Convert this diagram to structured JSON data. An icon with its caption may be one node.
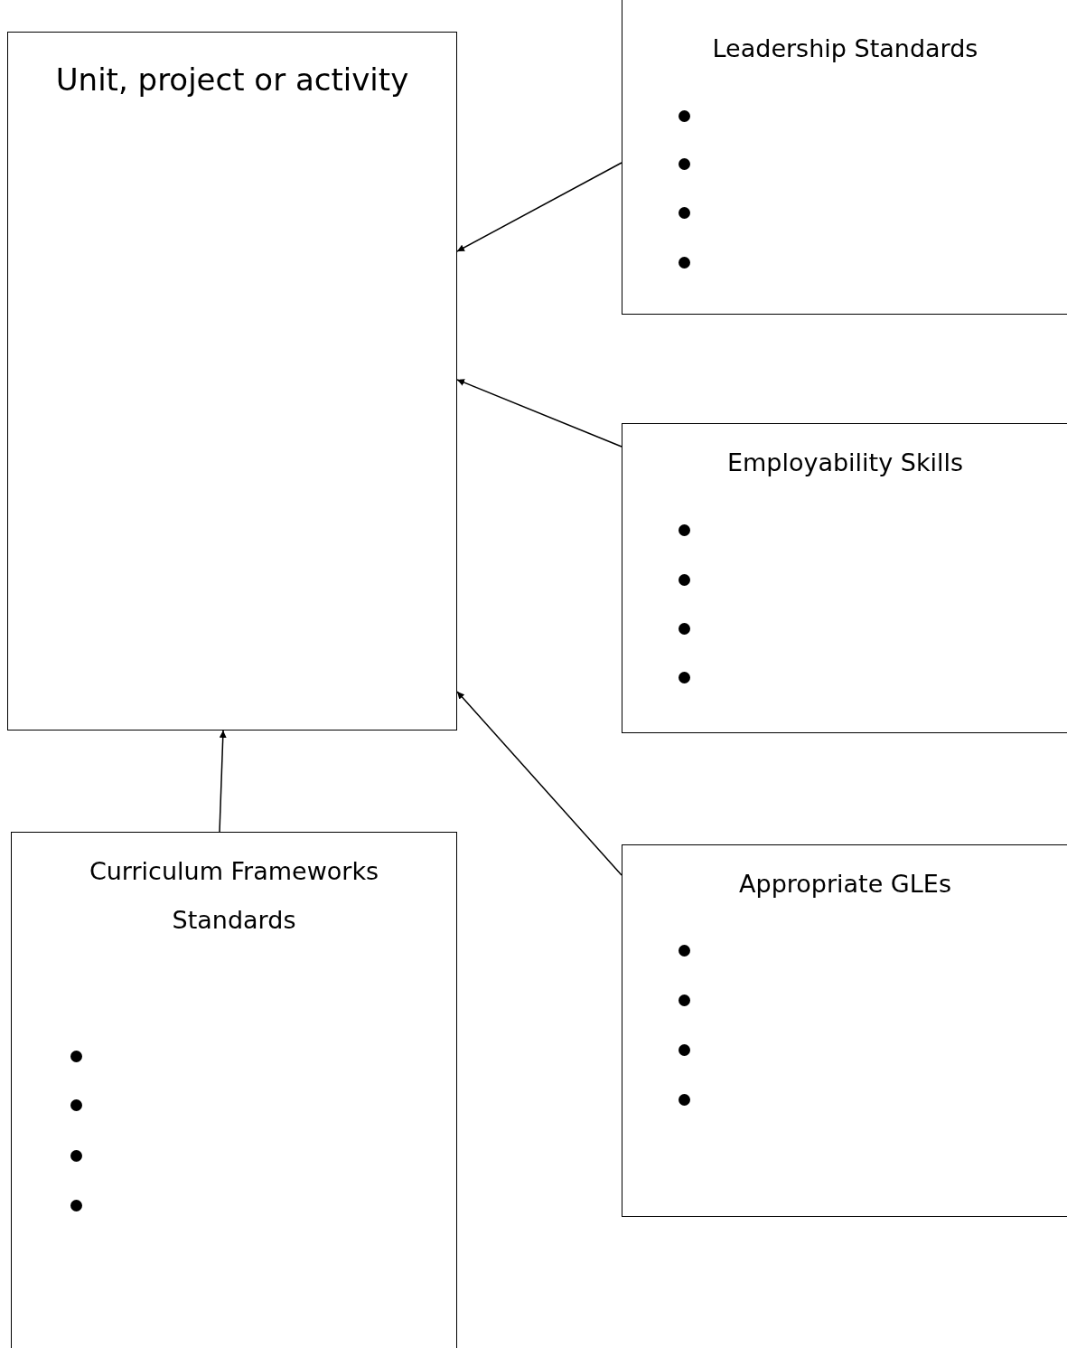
{
  "diagram": {
    "nodes": [
      {
        "text": [
          "Unit, project or activity"
        ]
      },
      {
        "text": [
          "Leadership Standards"
        ]
      },
      {
        "text": [
          "Employability Skills"
        ]
      },
      {
        "text": [
          "Curriculum Frameworks Standards"
        ]
      },
      {
        "text": [
          "Appropriate GLEs"
        ]
      }
    ],
    "edges": [
      {
        "from": 1,
        "to": 0,
        "arrow": "to"
      },
      {
        "from": 2,
        "to": 0,
        "arrow": "to"
      },
      {
        "from": 4,
        "to": 0,
        "arrow": "to"
      },
      {
        "from": 3,
        "to": 0,
        "arrow": "to"
      }
    ]
  }
}
